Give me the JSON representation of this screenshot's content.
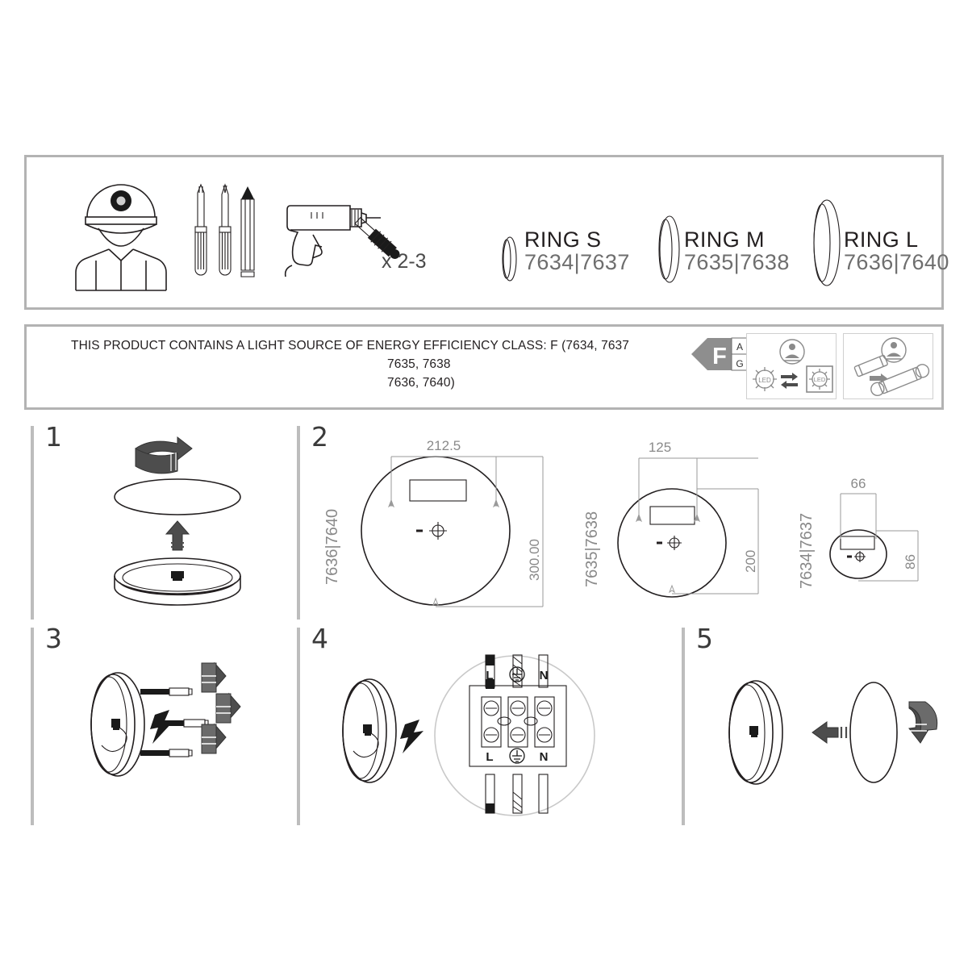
{
  "document": {
    "type": "assembly-instruction-sheet",
    "background_color": "#ffffff",
    "frame_color": "#b3b3b3"
  },
  "tools_panel": {
    "name": "tools-and-parts",
    "tools": [
      {
        "id": "installer",
        "icon": "worker-with-helmet-icon",
        "label": ""
      },
      {
        "id": "screwdriver-phillips",
        "icon": "phillips-screwdriver-icon",
        "label": ""
      },
      {
        "id": "screwdriver-flat",
        "icon": "flat-screwdriver-icon",
        "label": ""
      },
      {
        "id": "pencil",
        "icon": "pencil-icon",
        "label": ""
      },
      {
        "id": "drill",
        "icon": "power-drill-icon",
        "label": ""
      },
      {
        "id": "wall-plug",
        "icon": "wall-plug-screw-icon",
        "label": "x 2-3"
      }
    ],
    "quantity_label": "x 2-3",
    "variants": [
      {
        "name": "RING S",
        "codes": "7634|7637",
        "size": "small"
      },
      {
        "name": "RING M",
        "codes": "7635|7638",
        "size": "medium"
      },
      {
        "name": "RING L",
        "codes": "7636|7640",
        "size": "large"
      }
    ]
  },
  "energy_panel": {
    "name": "energy-efficiency-notice",
    "text_line1": "THIS PRODUCT CONTAINS A LIGHT SOURCE OF ENERGY EFFICIENCY CLASS: F (7634, 7637",
    "text_line2": "7635, 7638",
    "text_line3": "7636, 7640)",
    "badge": {
      "class": "F",
      "scale_top": "A",
      "scale_bottom": "G",
      "arrow_color": "#8e8e8e"
    },
    "icon_boxes": [
      {
        "id": "led-non-replaceable",
        "icon": "led-module-exchange-icon",
        "label": "LED"
      },
      {
        "id": "tube-replaceable",
        "icon": "tube-lamp-exchange-icon",
        "label": ""
      }
    ],
    "led_text": "LED"
  },
  "steps": [
    {
      "number": "1",
      "name": "step-open-housing",
      "icons": [
        "rotate-arrow-icon",
        "cover-disc-icon",
        "up-arrow-icon",
        "base-housing-icon"
      ]
    },
    {
      "number": "2",
      "name": "step-drilling-dimensions",
      "drawings": [
        {
          "id": "ring-l-dimensions",
          "code_label": "7636|7640",
          "width_dim": "212.5",
          "height_dim": "300.00"
        },
        {
          "id": "ring-m-dimensions",
          "code_label": "7635|7638",
          "width_dim": "125",
          "height_dim": "200"
        },
        {
          "id": "ring-s-dimensions",
          "code_label": "7634|7637",
          "width_dim": "66",
          "height_dim": "86"
        }
      ]
    },
    {
      "number": "3",
      "name": "step-mount-base-plate",
      "icons": [
        "base-plate-side-icon",
        "screw-icon",
        "wall-plug-arrow-icon"
      ],
      "screw_count": 3
    },
    {
      "number": "4",
      "name": "step-wiring-terminal",
      "terminal": {
        "top_labels": [
          "L",
          "earth-symbol",
          "N"
        ],
        "bottom_labels": [
          "L",
          "earth-symbol",
          "N"
        ],
        "label_live": "L",
        "label_neutral": "N"
      },
      "icons": [
        "lightning-bolt-icon",
        "terminal-block-icon",
        "magnifier-circle-icon"
      ]
    },
    {
      "number": "5",
      "name": "step-attach-cover",
      "icons": [
        "base-plate-side-icon",
        "left-arrow-icon",
        "cover-disc-icon",
        "rotate-arrow-icon"
      ]
    }
  ]
}
